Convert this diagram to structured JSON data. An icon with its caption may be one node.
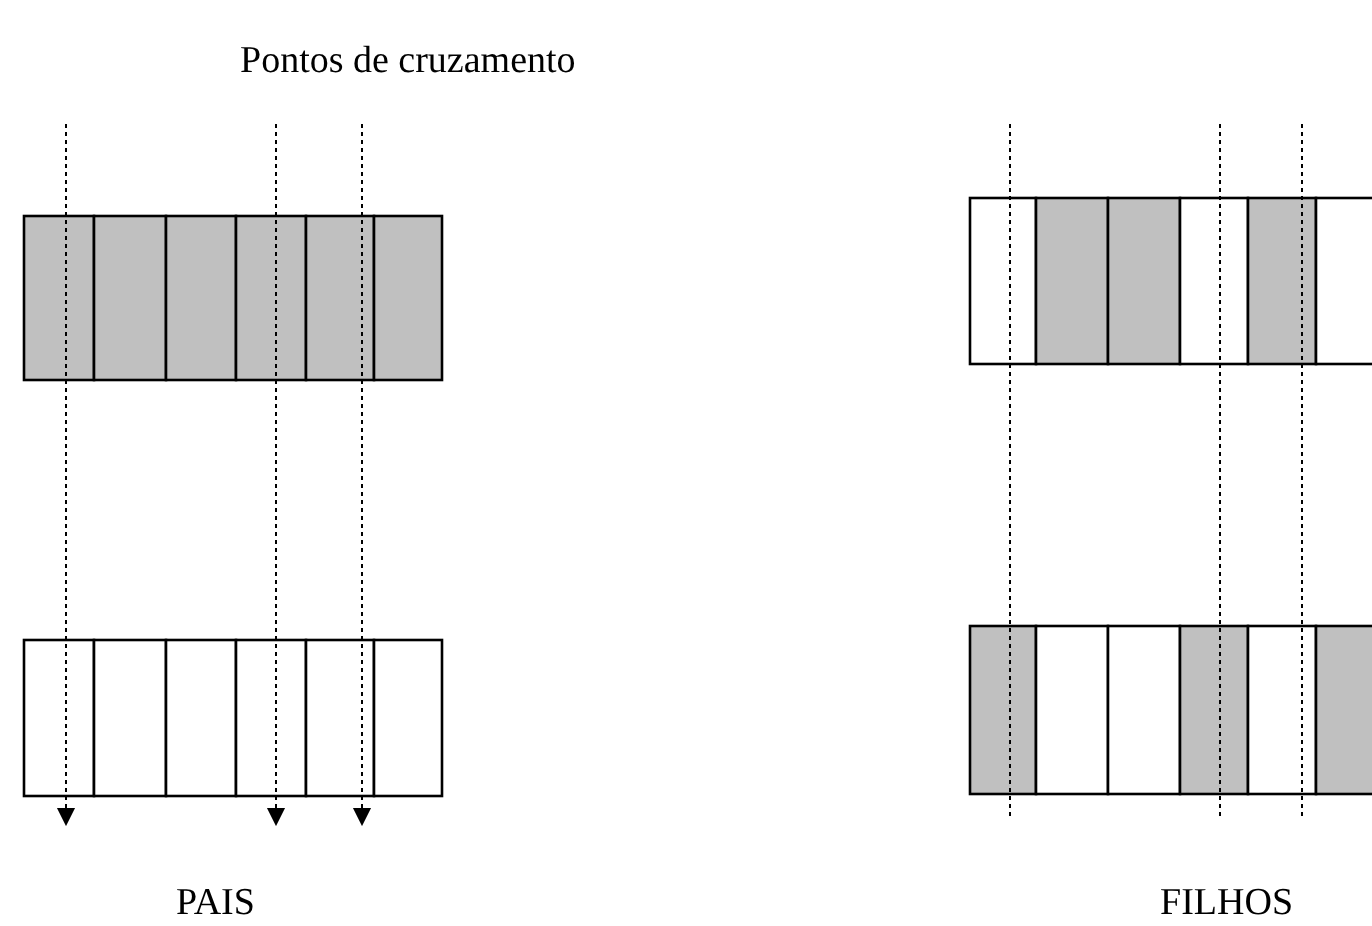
{
  "diagram": {
    "labels": [
      "Pontos de cruzamento",
      "PAIS",
      "FILHOS"
    ]
  }
}
